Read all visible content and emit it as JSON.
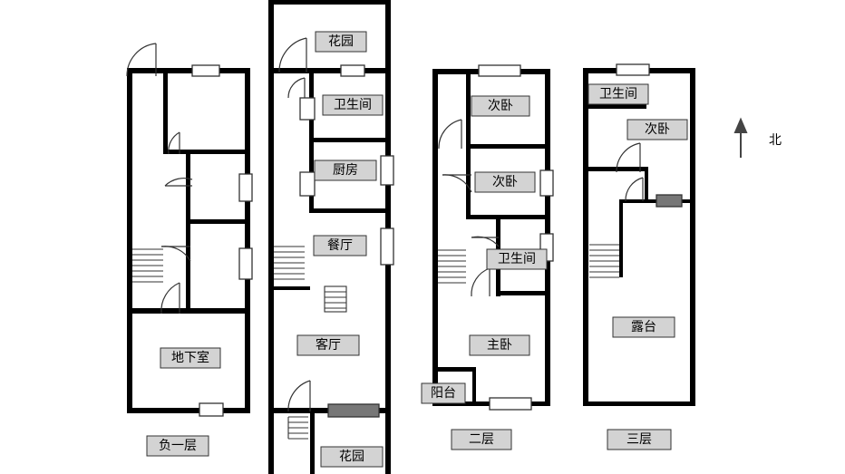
{
  "labels": {
    "b1_basement": "地下室",
    "b1_floor": "负一层",
    "f1_garden_top": "花园",
    "f1_bathroom": "卫生间",
    "f1_kitchen": "厨房",
    "f1_dining": "餐厅",
    "f1_living": "客厅",
    "f1_garden_bottom": "花园",
    "f2_bedroom_a": "次卧",
    "f2_bedroom_b": "次卧",
    "f2_bathroom": "卫生间",
    "f2_master": "主卧",
    "f2_balcony": "阳台",
    "f2_floor": "二层",
    "f3_bathroom": "卫生间",
    "f3_bedroom": "次卧",
    "f3_terrace": "露台",
    "f3_floor": "三层",
    "north": "北"
  },
  "colors": {
    "wall": "#000000",
    "label_fill": "#d3d3d3",
    "dark_window": "#777777"
  },
  "icons": {
    "north": "north-arrow-icon",
    "door": "door-swing-icon",
    "stairs": "stairs-icon"
  }
}
